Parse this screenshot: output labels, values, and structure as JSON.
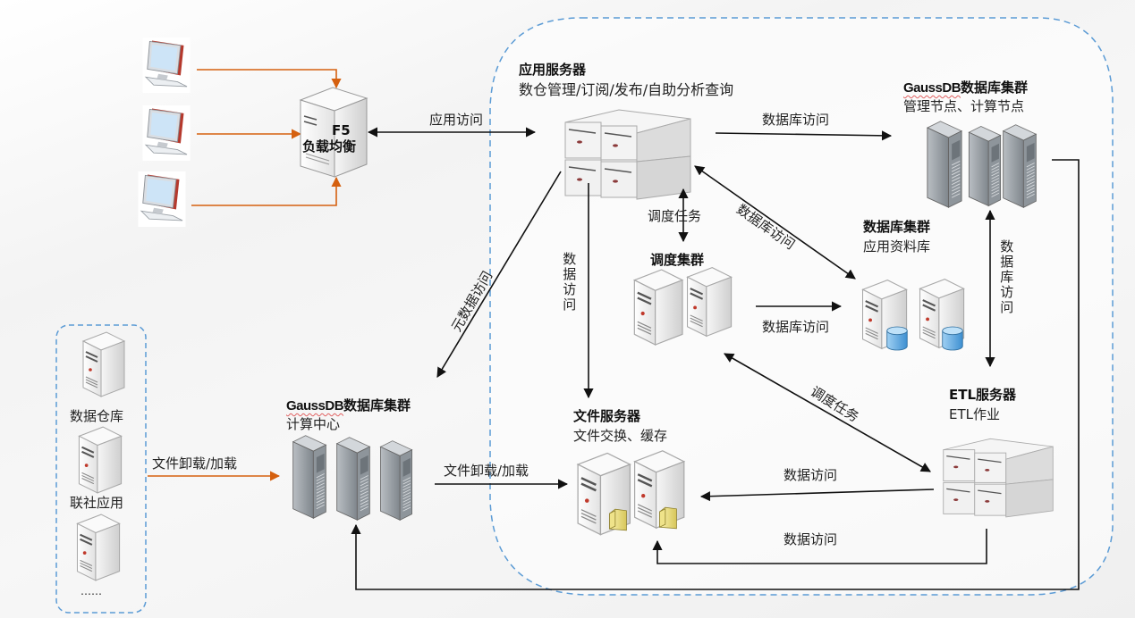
{
  "colors": {
    "zone_border": "#5b9bd5",
    "client_arrow": "#d5600f",
    "flow_arrow": "#111111"
  },
  "icons": {
    "client": "laptop-icon",
    "load_balancer": "tower-server-icon",
    "app_server": "rack-server-stack-icon",
    "gauss_cluster": "rack-tower-server-icon",
    "db_cluster": "database-server-icon",
    "file_server": "file-server-icon",
    "legacy_server": "tower-server-icon"
  },
  "nodes": {
    "f5": {
      "title": "F5",
      "subtitle": "负载均衡"
    },
    "app_server": {
      "title": "应用服务器",
      "subtitle": "数仓管理/订阅/发布/自助分析查询"
    },
    "gauss_main": {
      "title_prefix": "GaussDB",
      "title_suffix": "数据库集群",
      "subtitle": "管理节点、计算节点"
    },
    "scheduler": {
      "title": "调度集群"
    },
    "app_db": {
      "title": "数据库集群",
      "subtitle": "应用资料库"
    },
    "etl": {
      "title": "ETL服务器",
      "subtitle": "ETL作业"
    },
    "file_server": {
      "title": "文件服务器",
      "subtitle": "文件交换、缓存"
    },
    "gauss_compute": {
      "title_prefix": "GaussDB",
      "title_suffix": "数据库集群",
      "subtitle": "计算中心"
    },
    "external": {
      "items": [
        "数据仓库",
        "联社应用",
        "……"
      ]
    }
  },
  "edges": {
    "app_access": "应用访问",
    "db_access_top": "数据库访问",
    "schedule_task_1": "调度任务",
    "db_access_diag": "数据库访问",
    "meta_access": "元数据访问",
    "data_access_vert": "数据访问",
    "db_access_sched": "数据库访问",
    "db_access_vert_right": "数据库访问",
    "schedule_task_2": "调度任务",
    "data_access_etl_file": "数据访问",
    "data_access_bottom": "数据访问",
    "file_unload_ext": "文件卸载/加载",
    "file_unload_gauss": "文件卸载/加载"
  }
}
